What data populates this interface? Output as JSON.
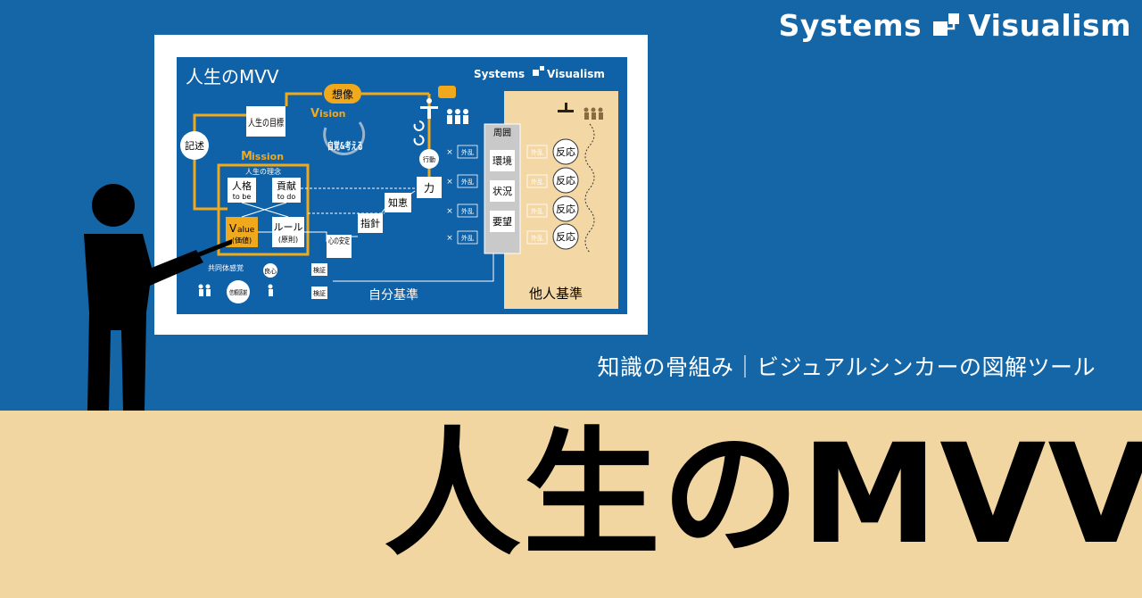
{
  "brand": {
    "left": "Systems",
    "right": "Visualism",
    "logo_icon": "systems-visualism-logo-icon"
  },
  "subtitle": "知識の骨組み｜ビジュアルシンカーの図解ツール",
  "title": "人生のMVV",
  "colors": {
    "top_bg": "#1466a6",
    "bottom_bg": "#f2d6a2",
    "accent": "#f0a81c",
    "diagram_bg": "#0f62a8",
    "tan_panel": "#f3d7a4"
  },
  "diagram": {
    "title": "人生のMVV",
    "brand_left": "Systems",
    "brand_right": "Visualism",
    "souzou": "想像",
    "vision_letter": "V",
    "vision_rest": "ision",
    "life_goal": "人生の目標",
    "kijutsu": "記述",
    "mission_letter": "M",
    "mission_rest": "ission",
    "jikaku": "自覚&考える",
    "life_ideal": "人生の理念",
    "jinkaku": "人格",
    "to_be": "to be",
    "kouken": "貢献",
    "to_do": "to do",
    "value_letter": "V",
    "value_rest": "alue",
    "value_sub": "(価値)",
    "rule": "ルール",
    "gensoku": "(原則)",
    "kokoro": "心の安定",
    "shishin": "指針",
    "chie": "知恵",
    "chikara": "力",
    "koudou": "行動",
    "kyoudou": "共同体感覚",
    "ryoushin": "良心",
    "shinrai": "信頼感謝",
    "kenshou1": "検証",
    "kenshou2": "検証",
    "jibun": "自分基準",
    "shuui": "周囲",
    "kankyou": "環境",
    "joukyou": "状況",
    "youbou": "要望",
    "gairan": "外乱",
    "hannou": "反応",
    "tanin": "他人基準"
  }
}
